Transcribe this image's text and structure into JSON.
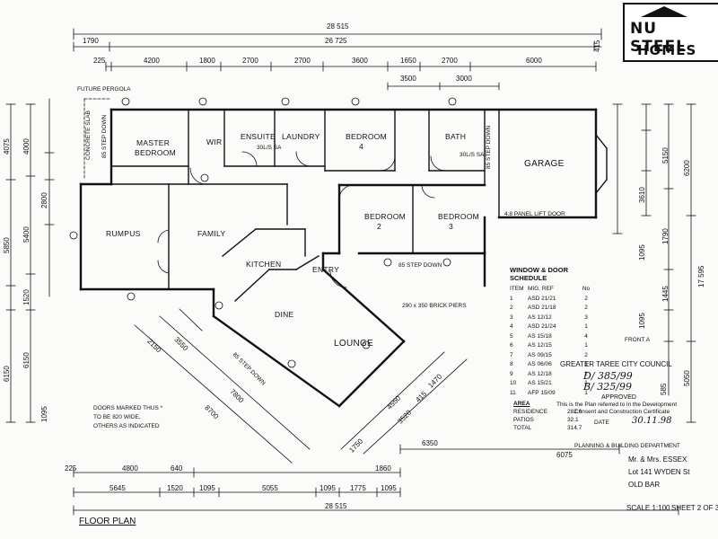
{
  "logo": {
    "line1": "NU STEEL",
    "line2": "HOMES"
  },
  "rooms": {
    "master": [
      "MASTER",
      "BEDROOM"
    ],
    "wir": "WIR",
    "ensuite": "ENSUITE",
    "laundry": "LAUNDRY",
    "bedroom4": [
      "BEDROOM",
      "4"
    ],
    "bath": "BATH",
    "garage": "GARAGE",
    "rumpus": "RUMPUS",
    "family": "FAMILY",
    "kitchen": "KITCHEN",
    "bedroom2": [
      "BEDROOM",
      "2"
    ],
    "bedroom3": [
      "BEDROOM",
      "3"
    ],
    "entry": "ENTRY",
    "dine": "DINE",
    "lounge": "LOUNGE"
  },
  "labels": {
    "future_pergola": "FUTURE PERGOLA",
    "concrete_slab": "CONCRETE SLAB",
    "step_down_150": "85 STEP DOWN",
    "step_down_85": "85 STEP DOWN",
    "panel_lift": "4.8 PANEL LIFT DOOR",
    "brick_piers": "290 x 350 BRICK PIERS",
    "floor_plan": "FLOOR PLAN",
    "doors_note": [
      "DOORS MARKED THUS *",
      "TO BE 820 WIDE,",
      "OTHERS AS INDICATED"
    ],
    "client": [
      "Mr. & Mrs. ESSEX",
      "Lot 141 WYDEN St",
      "OLD BAR"
    ],
    "scale": "SCALE 1:100",
    "sheet": "SHEET 2 OF 3",
    "ensuite_sa": "30L/S SA",
    "bath_sa": "30L/S SA",
    "front_a": "FRONT A"
  },
  "dimensions": {
    "top_total": "28 515",
    "top_overall": "26 725",
    "top_left": "1790",
    "top_right": "415",
    "top_row": [
      "225",
      "4200",
      "1800",
      "2700",
      "2700",
      "3600",
      "1650",
      "2700",
      "6000"
    ],
    "top_sub": [
      "3500",
      "3000"
    ],
    "bottom_total": "28 515",
    "bottom_row": [
      "5645",
      "1520",
      "1095",
      "5055",
      "1095",
      "1775",
      "1095"
    ],
    "bottom_sub": [
      "225",
      "4800",
      "640",
      "1860",
      "6075",
      "6350"
    ],
    "left_col": [
      "4075",
      "2800",
      "5850",
      "6150",
      "1520",
      "1095"
    ],
    "left_col2": [
      "4000",
      "5400"
    ],
    "right_col": [
      "6200",
      "5150",
      "3610",
      "1095",
      "1790",
      "1445",
      "585",
      "17 595",
      "5050"
    ],
    "diag_left": [
      "8700",
      "7800",
      "2150",
      "3550"
    ],
    "diag_right": [
      "4550",
      "3520",
      "1470",
      "415",
      "1750"
    ]
  },
  "schedule": {
    "title": "WINDOW & DOOR SCHEDULE",
    "columns": [
      "ITEM",
      "MIG. REF",
      "No"
    ],
    "rows": [
      [
        "1",
        "ASD 21/21",
        "2"
      ],
      [
        "2",
        "ASD 21/18",
        "2"
      ],
      [
        "3",
        "AS 12/12",
        "3"
      ],
      [
        "4",
        "ASD 21/24",
        "1"
      ],
      [
        "5",
        "AS 15/18",
        "4"
      ],
      [
        "6",
        "AS 12/15",
        "1"
      ],
      [
        "7",
        "AS 09/15",
        "2"
      ],
      [
        "8",
        "AS 06/06",
        "1"
      ],
      [
        "9",
        "AS 12/18",
        "2"
      ],
      [
        "10",
        "AS 15/21",
        "1"
      ],
      [
        "11",
        "AFP 15/09",
        "1"
      ]
    ]
  },
  "area": {
    "title": "AREA",
    "rows": [
      [
        "RESIDENCE",
        "282.6"
      ],
      [
        "PATIOS",
        "32.1"
      ],
      [
        "TOTAL",
        "314.7"
      ]
    ]
  },
  "stamp": {
    "council": "GREATER TAREE CITY COUNCIL",
    "numbers": [
      "D/ 385/99",
      "B/ 325/99"
    ],
    "approved": "APPROVED",
    "lines": [
      "This is the Plan referred to in the Development",
      "Consent and Construction Certificate"
    ],
    "date": "30.11.98",
    "dept": "PLANNING & BUILDING DEPARTMENT",
    "date_prefix": "DATE"
  }
}
